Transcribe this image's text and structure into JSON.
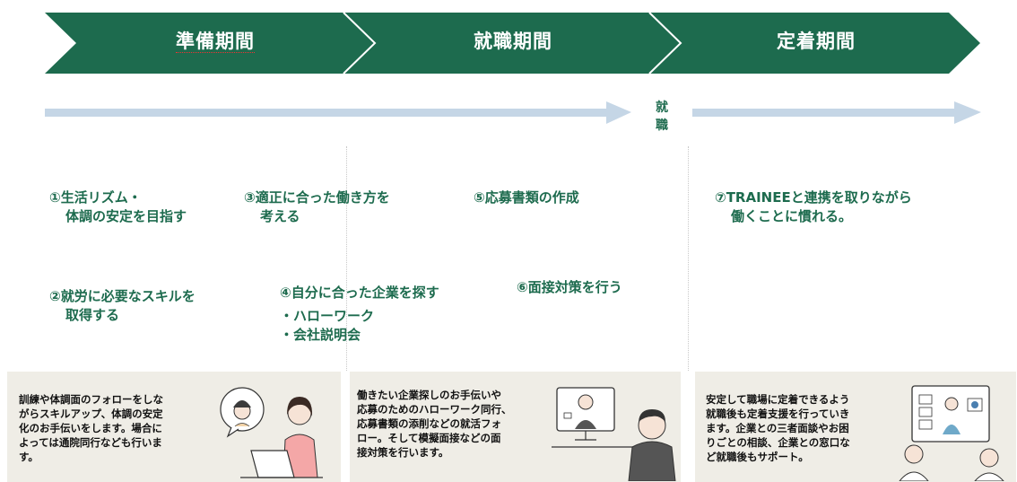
{
  "phases": [
    {
      "label": "準備期間"
    },
    {
      "label": "就職期間"
    },
    {
      "label": "定着期間"
    }
  ],
  "milestone": {
    "line1": "就",
    "line2": "職"
  },
  "items": {
    "i1": {
      "line1": "①生活リズム・",
      "line2": "体調の安定を目指す"
    },
    "i2": {
      "line1": "②就労に必要なスキルを",
      "line2": "取得する"
    },
    "i3": {
      "line1": "③適正に合った働き方を",
      "line2": "考える"
    },
    "i4": {
      "line1": "④自分に合った企業を探す",
      "sub1": "・ハローワーク",
      "sub2": "・会社説明会"
    },
    "i5": {
      "line1": "⑤応募書類の作成"
    },
    "i6": {
      "line1": "⑥面接対策を行う"
    },
    "i7": {
      "line1": "⑦TRAINEEと連携を取りながら",
      "line2": "働くことに慣れる。"
    }
  },
  "boxes": [
    {
      "lines": [
        "訓練や体調面のフォローをしな",
        "がらスキルアップ、体調の安定",
        "化のお手伝いをします。場合に",
        "よっては通院同行なども行いま",
        "す。"
      ]
    },
    {
      "lines": [
        "働きたい企業探しのお手伝いや",
        "応募のためのハローワーク同行、",
        "応募書類の添削などの就活フォ",
        "ロー。そして模擬面接などの面",
        "接対策を行います。"
      ]
    },
    {
      "lines": [
        "安定して職場に定着できるよう",
        "就職後も定着支援を行っていき",
        "ます。企業との三者面談やお困",
        "りごとの相談、企業との窓口な",
        "ど就職後もサポート。"
      ]
    }
  ],
  "colors": {
    "green": "#1d6b4e",
    "arrow": "#c5d6e6",
    "box_bg": "#efede6"
  }
}
